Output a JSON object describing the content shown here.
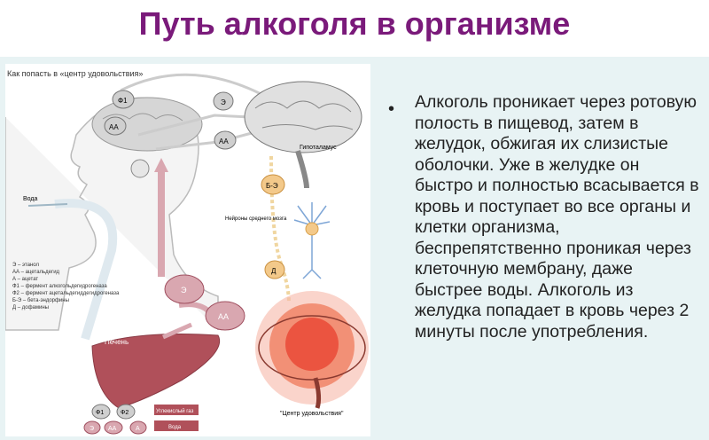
{
  "title": "Путь алкоголя в организме",
  "diagram": {
    "caption": "Как попасть в «центр удовольствия»",
    "labels": {
      "water": "Вода",
      "liver": "Печень",
      "hypothalamus": "Гипоталамус",
      "neurons": "Нейроны среднего мозга",
      "pleasure_center": "\"Центр удовольствия\"",
      "co2": "Углекислый газ",
      "water_out": "Вода"
    },
    "nodes": {
      "f1": "Ф1",
      "f2": "Ф2",
      "aa": "АА",
      "e": "Э",
      "be": "Б-Э",
      "d": "Д",
      "a": "А"
    },
    "legend": [
      "Э – этанол",
      "АА – ацетальдегид",
      "А – ацетат",
      "Ф1 – фермент алкогольдегидрогеназа",
      "Ф2 – фермент ацетальдегиддегидрогеназа",
      "Б-Э – бета-эндорфины",
      "Д – дофамины"
    ]
  },
  "text": "Алкоголь проникает через ротовую полость в пищевод, затем в желудок, обжигая их слизистые оболочки. Уже в желудке он быстро и полностью всасывается в кровь и поступает во все органы и клетки организма, беспрепятственно проникая через клеточную мембрану, даже быстрее воды. Алкоголь из желудка попадает в кровь через 2 минуты после употребления.",
  "colors": {
    "title": "#7a1a7a",
    "panel": "#e8f3f4",
    "node_fill": "#d9a7b0",
    "node_stroke": "#a05060",
    "liver": "#b0505a",
    "brain": "#e0e0e0",
    "glow": "#e83a2a",
    "dopamine": "#f3c98a"
  }
}
